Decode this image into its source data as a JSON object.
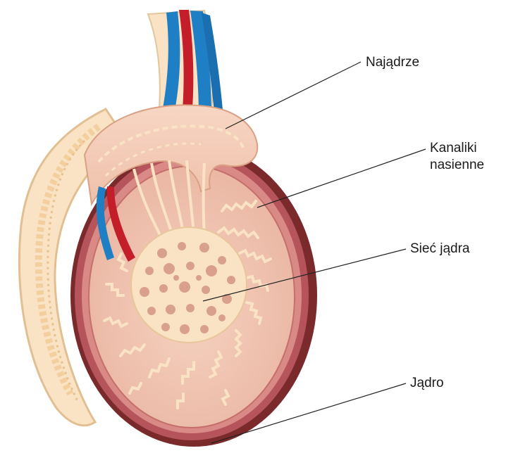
{
  "labels": {
    "epididymis": "Najądrze",
    "tubules_line1": "Kanaliki",
    "tubules_line2": "nasienne",
    "rete": "Sieć jądra",
    "testis": "Jądro"
  },
  "colors": {
    "tissue_light": "#f9e3c4",
    "tissue_pink": "#f2c2ae",
    "capsule_outer": "#7a2a2a",
    "capsule_mid": "#b5545a",
    "capsule_inner": "#d98a86",
    "vein_blue": "#1f7fc4",
    "artery_red": "#c41e2a",
    "leader_line": "#222222"
  }
}
